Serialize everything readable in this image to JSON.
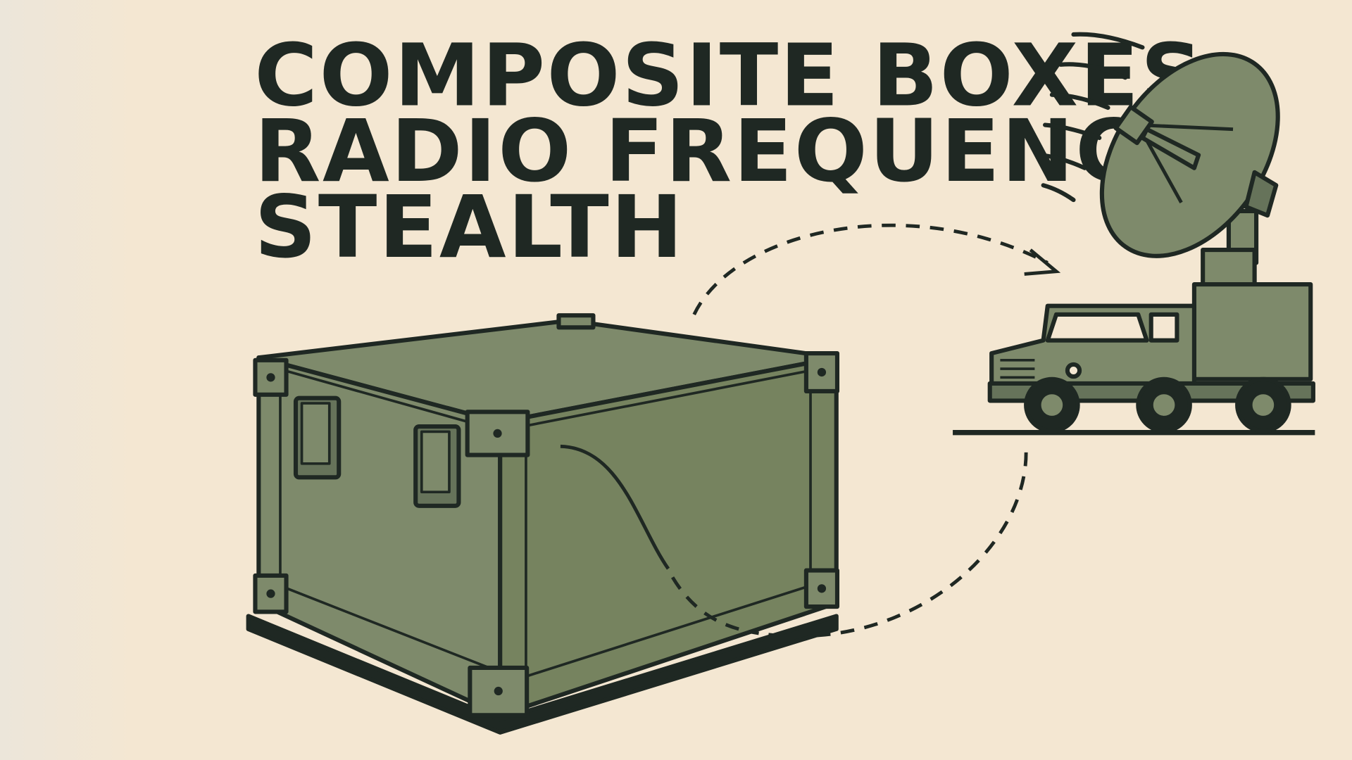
{
  "title": {
    "line1": "COMPOSITE BOXES",
    "line2": "RADIO FREQUENCY",
    "line3": "STEALTH"
  },
  "colors": {
    "background": "#f4e7d2",
    "olive": "#7e8a6b",
    "olive_dark": "#66735a",
    "ink": "#1f2823"
  },
  "icons": [
    "composite-box",
    "radar-dish",
    "military-truck",
    "radio-waves",
    "dashed-signal-path"
  ]
}
